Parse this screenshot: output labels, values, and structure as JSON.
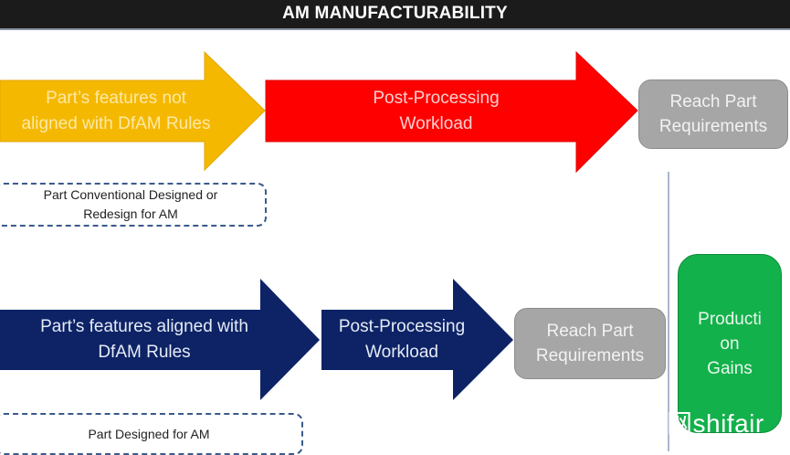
{
  "title": "AM MANUFACTURABILITY",
  "colors": {
    "title_bg": "#1c1b1b",
    "yellow_arrow": "#f5b800",
    "red_arrow": "#ff0000",
    "navy_arrow": "#0d2366",
    "gray_box": "#a6a6a6",
    "green_box": "#13b14b",
    "dash_border": "#3a5a8c"
  },
  "top_flow": {
    "arrow1": "Part’s features not aligned with DfAM Rules",
    "arrow1_lines": [
      "Part’s features not",
      "aligned with DfAM Rules"
    ],
    "arrow2_lines": [
      "Post-Processing",
      "Workload"
    ],
    "result_lines": [
      "Reach Part",
      "Requirements"
    ],
    "note_lines": [
      "Part Conventional Designed or",
      "Redesign for AM"
    ]
  },
  "bottom_flow": {
    "arrow1_lines": [
      "Part’s features aligned with",
      "DfAM Rules"
    ],
    "arrow2_lines": [
      "Post-Processing",
      "Workload"
    ],
    "result_lines": [
      "Reach Part",
      "Requirements"
    ],
    "note_lines": [
      "Part Designed for AM"
    ]
  },
  "gains_lines": [
    "Producti",
    "on",
    "Gains"
  ],
  "watermark": "网shifair"
}
